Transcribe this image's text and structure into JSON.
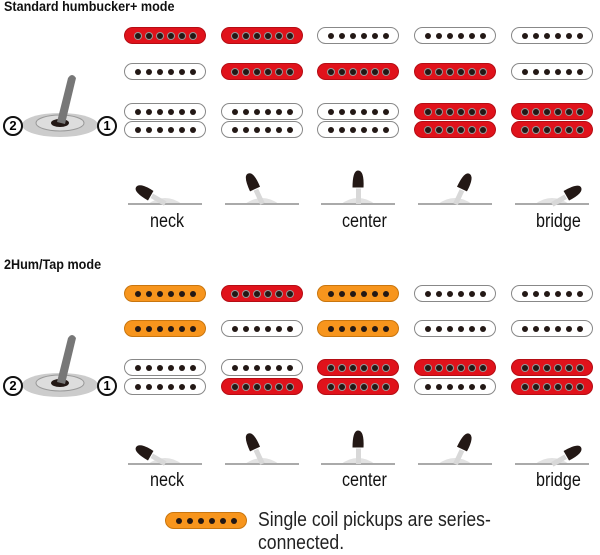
{
  "sections": [
    {
      "title": "Standard humbucker+ mode",
      "rows": [
        [
          "red",
          "red",
          "white",
          "white",
          "white"
        ],
        [
          "white",
          "red",
          "red",
          "red",
          "white"
        ],
        [
          "white",
          "white",
          "white",
          "red",
          "red"
        ],
        [
          "white",
          "white",
          "white",
          "red",
          "red"
        ]
      ]
    },
    {
      "title": "2Hum/Tap mode",
      "rows": [
        [
          "orange",
          "red",
          "orange",
          "white",
          "white"
        ],
        [
          "orange",
          "white",
          "orange",
          "white",
          "white"
        ],
        [
          "white",
          "white",
          "red",
          "red",
          "red"
        ],
        [
          "white",
          "red",
          "red",
          "white",
          "red"
        ]
      ]
    }
  ],
  "switch": {
    "left_label": "2",
    "right_label": "1"
  },
  "positions": {
    "neck": "neck",
    "center": "center",
    "bridge": "bridge"
  },
  "switch_angles_deg": [
    -60,
    -25,
    0,
    25,
    60
  ],
  "legend": {
    "color": "orange",
    "text": "Single coil pickups are series-connected."
  }
}
